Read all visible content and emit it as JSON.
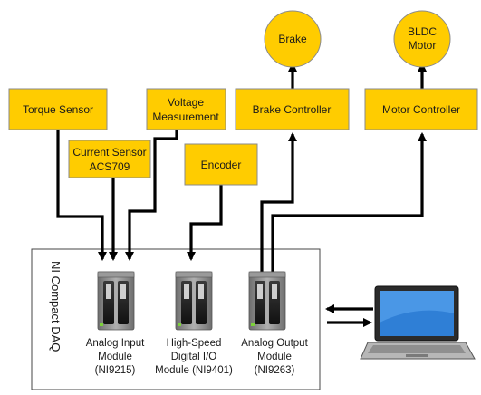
{
  "nodes": {
    "torque_sensor": {
      "label": "Torque Sensor"
    },
    "voltage_measurement": {
      "line1": "Voltage",
      "line2": "Measurement"
    },
    "current_sensor": {
      "line1": "Current Sensor",
      "line2": "ACS709"
    },
    "encoder": {
      "label": "Encoder"
    },
    "brake_controller": {
      "label": "Brake Controller"
    },
    "motor_controller": {
      "label": "Motor Controller"
    },
    "brake": {
      "label": "Brake"
    },
    "bldc_motor": {
      "line1": "BLDC",
      "line2": "Motor"
    }
  },
  "daq": {
    "title": "NI Compact DAQ",
    "modules": [
      {
        "line1": "Analog Input",
        "line2": "Module",
        "line3": "(NI9215)"
      },
      {
        "line1": "High-Speed",
        "line2": "Digital I/O",
        "line3": "Module (NI9401)"
      },
      {
        "line1": "Analog Output",
        "line2": "Module",
        "line3": "(NI9263)"
      }
    ]
  },
  "colors": {
    "node_fill": "#ffcc00",
    "wire": "#000000",
    "module_body": "#8c8c8c"
  },
  "icons": {
    "module": "daq-module-icon",
    "computer": "laptop-icon"
  }
}
